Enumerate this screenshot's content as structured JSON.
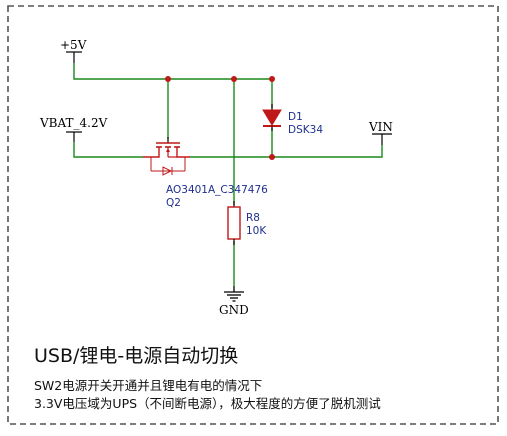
{
  "diagram": {
    "labels": {
      "vcc": "+5V",
      "battery": "VBAT_4.2V",
      "output": "VIN",
      "ground": "GND"
    },
    "diode": {
      "ref": "D1",
      "part": "DSK34"
    },
    "mosfet": {
      "part": "AO3401A_C347476",
      "ref": "Q2"
    },
    "resistor": {
      "ref": "R8",
      "value": "10K"
    },
    "colors": {
      "wire": "#1a8a1a",
      "junction": "#c01818",
      "symbol_body": "#c01818",
      "pin": "#000000",
      "designator_text": "#1f2f8f",
      "border": "#555555"
    }
  },
  "caption": {
    "title": "USB/锂电-电源自动切换",
    "lines": [
      "SW2电源开关开通并且锂电有电的情况下",
      "3.3V电压域为UPS（不间断电源），极大程度的方便了脱机测试"
    ]
  }
}
